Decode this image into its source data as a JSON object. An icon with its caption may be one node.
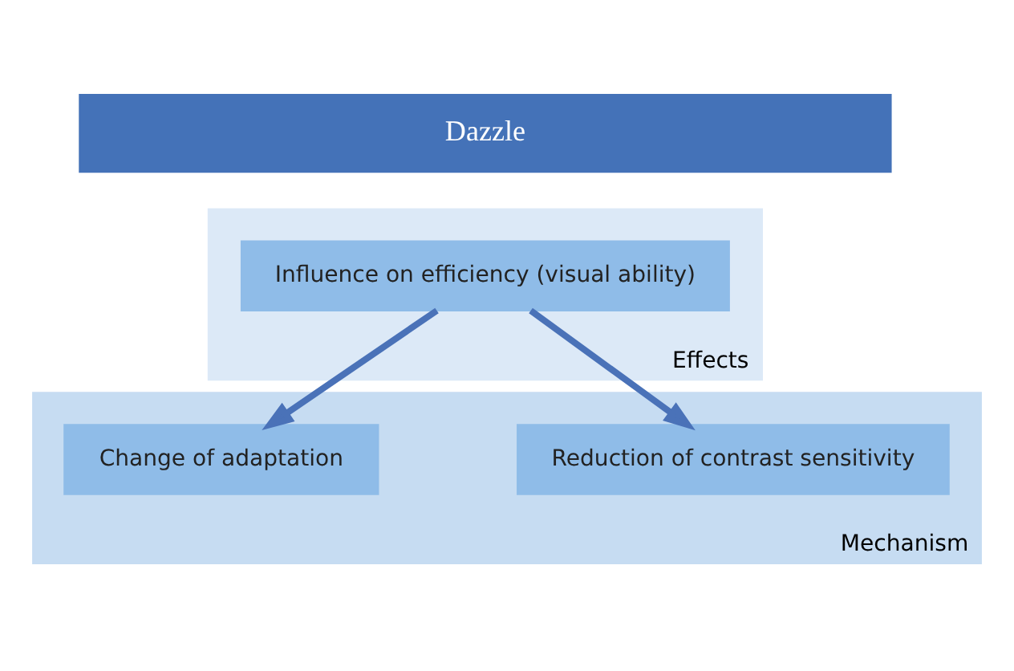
{
  "diagram": {
    "nodes": [
      {
        "text": [
          "Dazzle"
        ]
      },
      {
        "text": [
          "Effects"
        ]
      },
      {
        "text": [
          "Influence on efficiency (visual ability)"
        ],
        "in": 1
      },
      {
        "text": [
          "Mechanism"
        ]
      },
      {
        "text": [
          "Reduction of contrast sensitivity"
        ],
        "in": 3
      },
      {
        "text": [
          "Change of adaptation"
        ],
        "in": 3
      }
    ],
    "edges": [
      {
        "from": 2,
        "to": 4,
        "arrow": "to"
      },
      {
        "from": 2,
        "to": 5,
        "arrow": "to"
      }
    ]
  }
}
